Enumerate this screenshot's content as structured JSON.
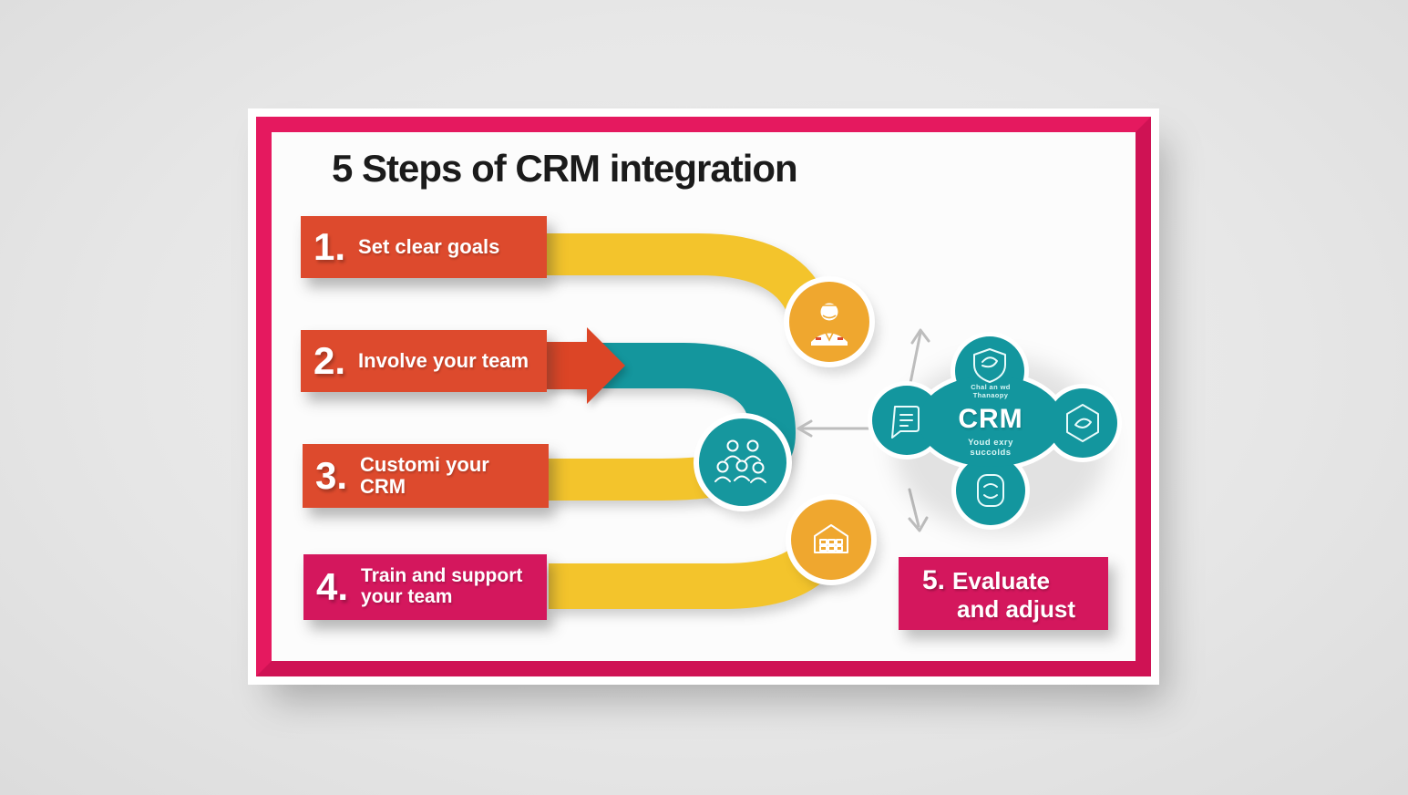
{
  "title": "5 Steps of CRM integration",
  "steps": [
    {
      "number": "1.",
      "label": "Set clear goals"
    },
    {
      "number": "2.",
      "label": "Involve your team"
    },
    {
      "number": "3.",
      "label": "Customi your CRM"
    },
    {
      "number": "4.",
      "label_line1": "Train and support",
      "label_line2": "your team"
    },
    {
      "number": "5.",
      "label_line1": "Evaluate",
      "label_line2": "and adjust"
    }
  ],
  "hub": {
    "label": "CRM",
    "subtext_line1": "Youd exry",
    "subtext_line2": "succolds",
    "top_caption_line1": "Chal an wd",
    "top_caption_line2": "Thanaopy"
  },
  "icons": {
    "node1": "person-consultant-icon",
    "node2": "team-group-icon",
    "node3": "company-building-icon",
    "hub_top": "shield-check-icon",
    "hub_left": "chat-document-icon",
    "hub_right": "finance-shield-icon",
    "hub_bottom": "badge-certificate-icon"
  },
  "colors": {
    "frame_pink": "#e1175d",
    "step_red": "#dd4a2d",
    "step_pink": "#d4175d",
    "ribbon_yellow": "#f3c42c",
    "node_yellow": "#efa72f",
    "teal": "#14969d",
    "arrow_gray": "#bdbdbd",
    "title_text": "#1b1b1b",
    "background_gray": "#e7e7e7"
  }
}
